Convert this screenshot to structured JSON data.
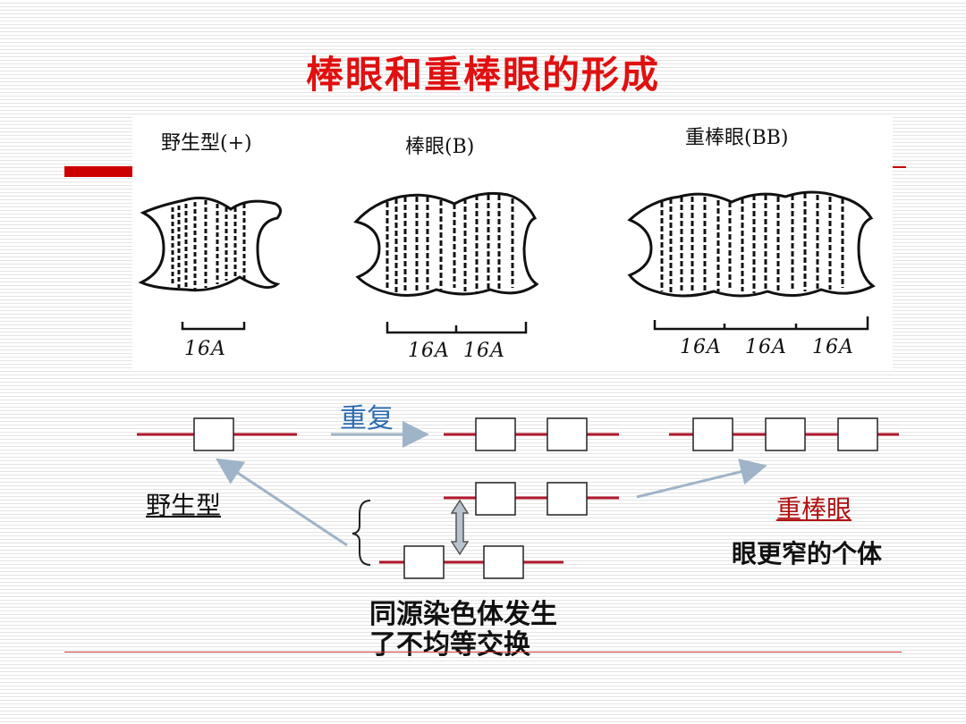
{
  "title": "棒眼和重棒眼的形成",
  "figure": {
    "wild_type_label": "野生型(+)",
    "bar_eye_label": "棒眼(B)",
    "double_bar_label": "重棒眼(BB)",
    "scale_wild": [
      "16A"
    ],
    "scale_bar": [
      "16A",
      "16A"
    ],
    "scale_double": [
      "16A",
      "16A",
      "16A"
    ]
  },
  "diagram": {
    "repeat_label": "重复",
    "wild_type": "野生型",
    "double_bar": "重棒眼",
    "narrower_eye": "眼更窄的个体",
    "unequal_crossing_line1": "同源染色体发生",
    "unequal_crossing_line2": "了不均等交换"
  },
  "colors": {
    "title": "#e01010",
    "chromosome_line": "#b0182c",
    "arrow": "#9fb4c8",
    "repeat_text": "#2c6cb0",
    "double_bar_text": "#b01010"
  }
}
